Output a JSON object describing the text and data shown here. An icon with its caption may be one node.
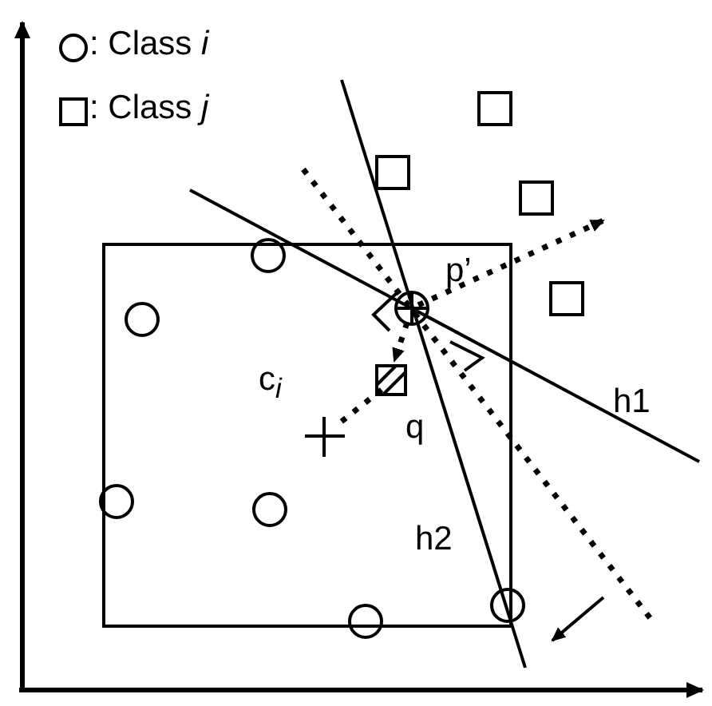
{
  "diagram": {
    "labels": [
      "p’",
      "c$_{i}$",
      "q",
      "h1",
      "h2"
    ],
    "legend": [
      {
        "text": ": Class *i*"
      },
      {
        "text": ": Class *j*"
      }
    ]
  }
}
